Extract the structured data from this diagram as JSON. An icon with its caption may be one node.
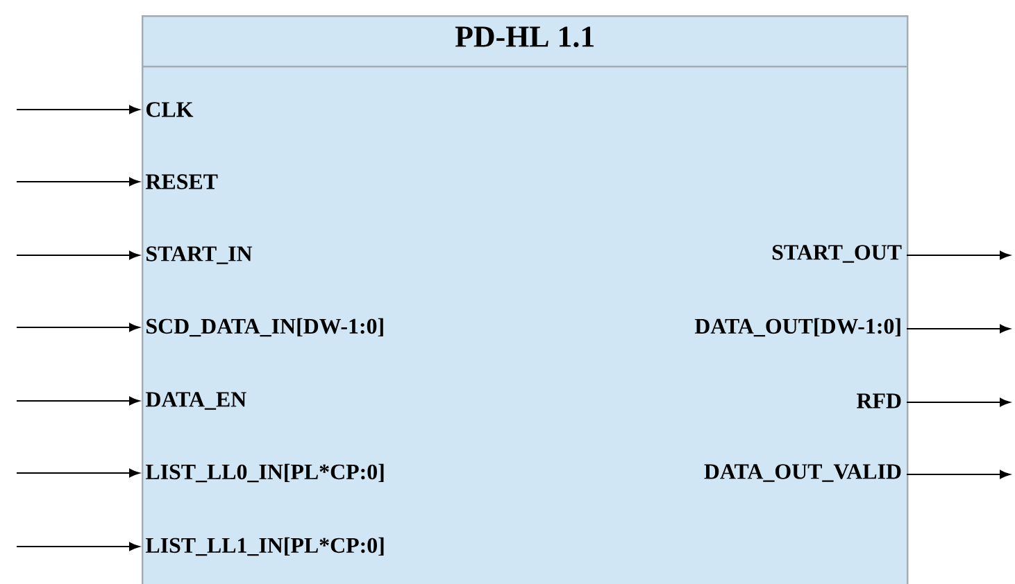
{
  "diagram": {
    "nodes": [
      {
        "text": [
          "PD-HL 1.1"
        ]
      },
      {
        "text": [
          "CLK"
        ],
        "in": 0
      },
      {
        "text": [
          "RESET"
        ],
        "in": 0
      },
      {
        "text": [
          "START_IN"
        ],
        "in": 0
      },
      {
        "text": [
          "SCD_DATA_IN[DW-1:0]"
        ],
        "in": 0
      },
      {
        "text": [
          "DATA_EN"
        ],
        "in": 0
      },
      {
        "text": [
          "LIST_LL0_IN[PL*CP:0]"
        ],
        "in": 0
      },
      {
        "text": [
          "LIST_LL1_IN[PL*CP:0]"
        ],
        "in": 0
      },
      {
        "text": [
          "START_OUT"
        ],
        "in": 0
      },
      {
        "text": [
          "DATA_OUT[DW-1:0]"
        ],
        "in": 0
      },
      {
        "text": [
          "RFD"
        ],
        "in": 0
      },
      {
        "text": [
          "DATA_OUT_VALID"
        ],
        "in": 0
      }
    ],
    "edges": [
      {
        "from": null,
        "to": 1,
        "arrow": "to"
      },
      {
        "from": null,
        "to": 2,
        "arrow": "to"
      },
      {
        "from": null,
        "to": 3,
        "arrow": "to"
      },
      {
        "from": null,
        "to": 4,
        "arrow": "to"
      },
      {
        "from": null,
        "to": 5,
        "arrow": "to"
      },
      {
        "from": null,
        "to": 6,
        "arrow": "to"
      },
      {
        "from": null,
        "to": 7,
        "arrow": "to"
      },
      {
        "from": 8,
        "to": null,
        "arrow": "to"
      },
      {
        "from": 9,
        "to": null,
        "arrow": "to"
      },
      {
        "from": 10,
        "to": null,
        "arrow": "to"
      },
      {
        "from": 11,
        "to": null,
        "arrow": "to"
      }
    ]
  }
}
